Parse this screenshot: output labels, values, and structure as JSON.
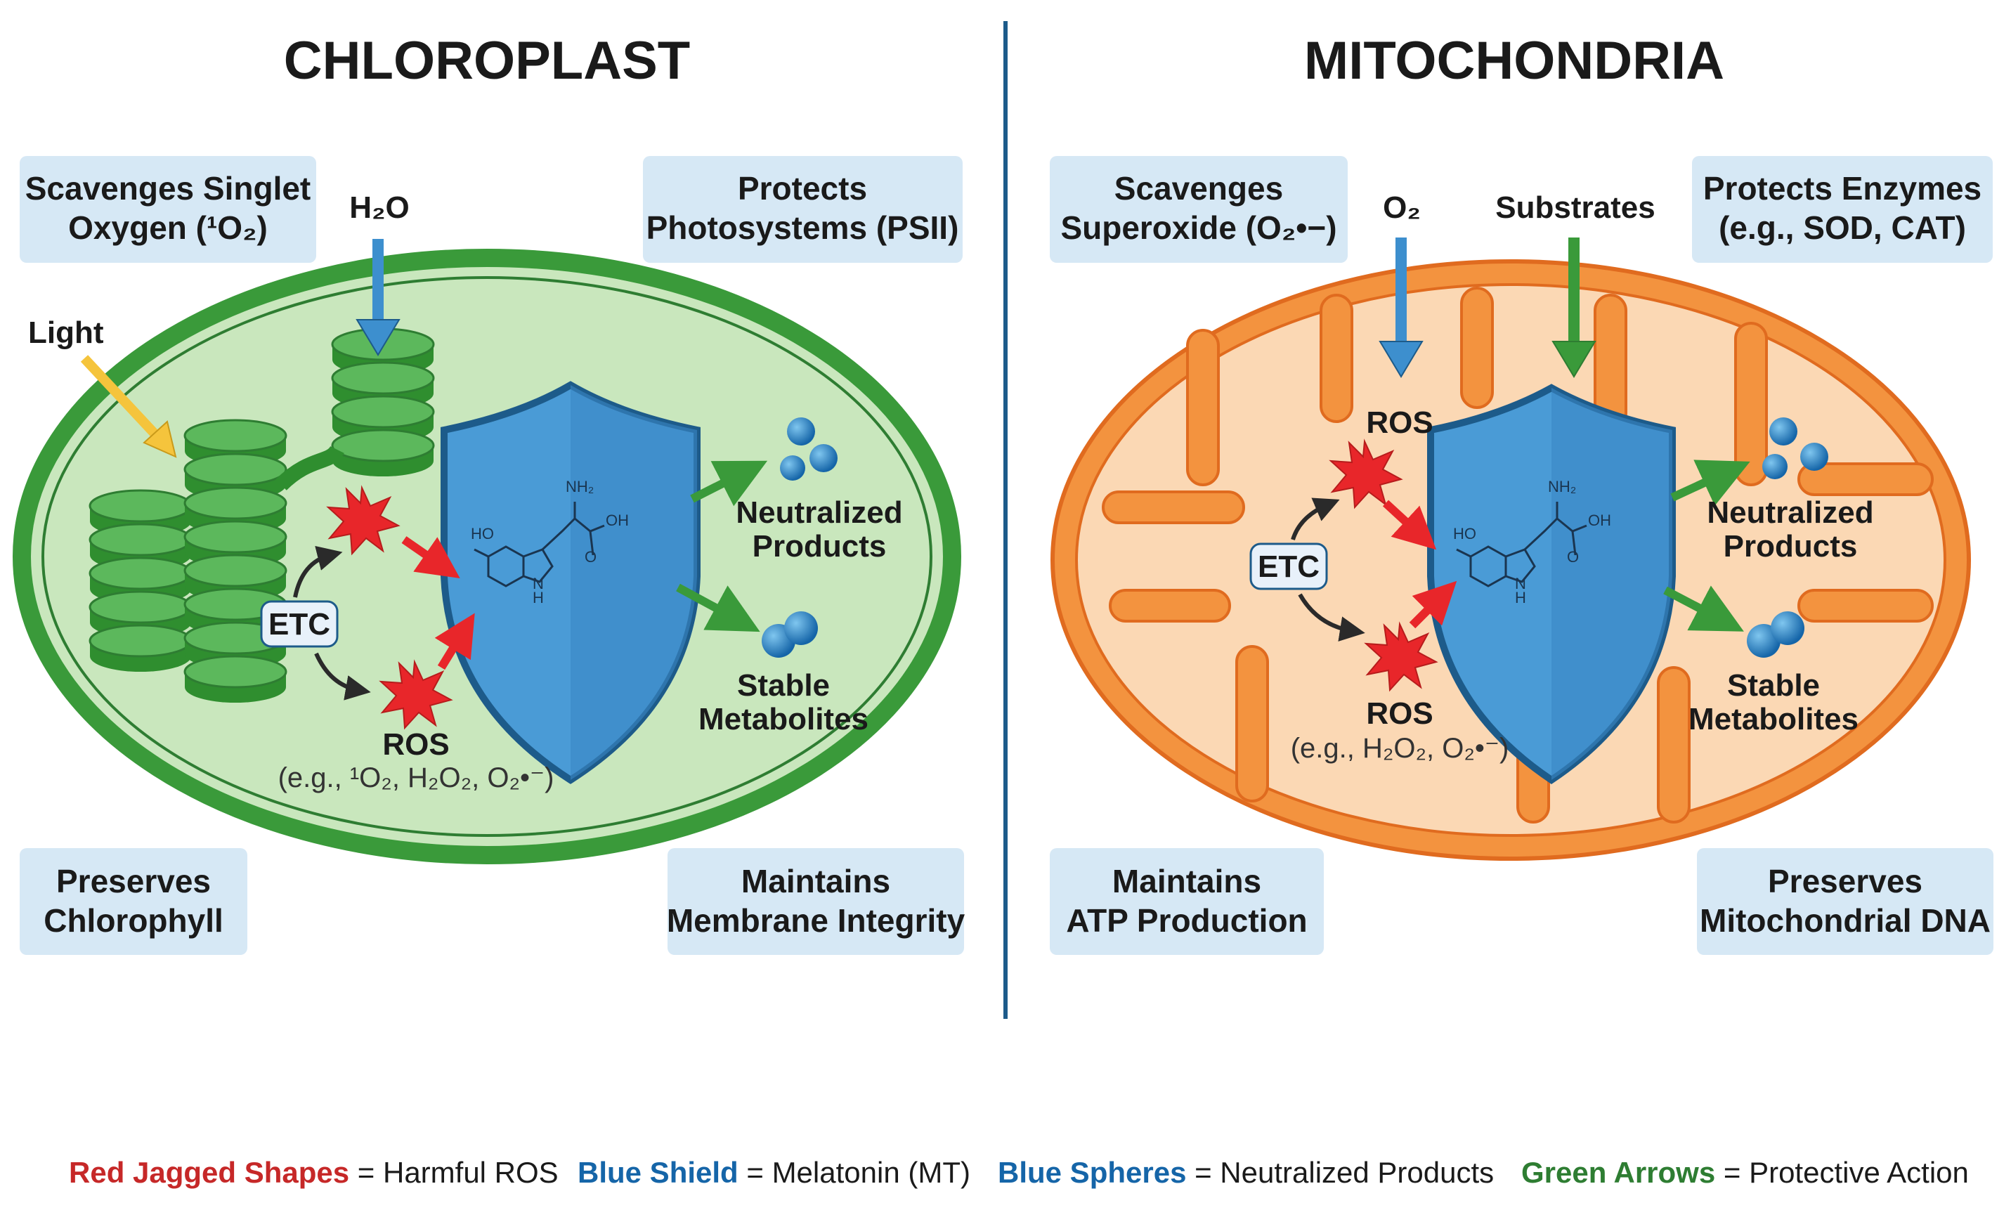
{
  "chloroplast": {
    "title": "CHLOROPLAST",
    "box_top_left": [
      "Scavenges Singlet",
      "Oxygen (¹O₂)"
    ],
    "box_top_right": [
      "Protects",
      "Photosystems (PSII)"
    ],
    "box_bottom_left": [
      "Preserves",
      "Chlorophyll"
    ],
    "box_bottom_right": [
      "Maintains",
      "Membrane Integrity"
    ],
    "input_h2o": "H₂O",
    "input_light": "Light",
    "etc": "ETC",
    "ros": "ROS",
    "ros_examples": "(e.g., ¹O₂, H₂O₂, O₂•⁻)",
    "neutralized": [
      "Neutralized",
      "Products"
    ],
    "stable": [
      "Stable",
      "Metabolites"
    ]
  },
  "mitochondria": {
    "title": "MITOCHONDRIA",
    "box_top_left": [
      "Scavenges",
      "Superoxide (O₂•−)"
    ],
    "box_top_right": [
      "Protects Enzymes",
      "(e.g., SOD, CAT)"
    ],
    "box_bottom_left": [
      "Maintains",
      "ATP Production"
    ],
    "box_bottom_right": [
      "Preserves",
      "Mitochondrial DNA"
    ],
    "input_o2": "O₂",
    "input_substrates": "Substrates",
    "etc": "ETC",
    "ros_top": "ROS",
    "ros": "ROS",
    "ros_examples": "(e.g., H₂O₂, O₂•⁻)",
    "neutralized": [
      "Neutralized",
      "Products"
    ],
    "stable": [
      "Stable",
      "Metabolites"
    ]
  },
  "molecule": {
    "ho": "HO",
    "nh2": "NH₂",
    "oh": "OH",
    "o": "O",
    "nh": "N",
    "h": "H"
  },
  "legend": [
    {
      "key": "Red Jagged Shapes",
      "value": " = Harmful ROS",
      "color": "#c62828"
    },
    {
      "key": "Blue Shield",
      "value": " = Melatonin (MT)",
      "color": "#1565a8"
    },
    {
      "key": "Blue Spheres",
      "value": " = Neutralized Products",
      "color": "#1565a8"
    },
    {
      "key": "Green Arrows",
      "value": " = Protective Action",
      "color": "#2e7d32"
    }
  ],
  "colors": {
    "chloroplast_fill": "#c9e7bd",
    "chloroplast_border": "#3a9a3a",
    "mito_fill": "#fbd8b4",
    "mito_border": "#f07f33",
    "shield": "#4a9bd6",
    "ros": "#e8262a",
    "divider": "#1d5b8a"
  }
}
